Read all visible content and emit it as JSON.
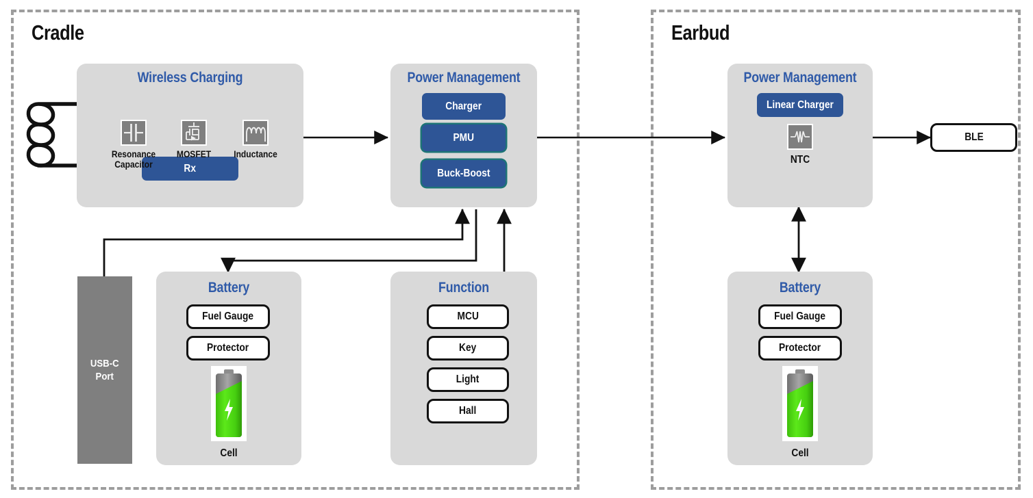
{
  "diagram": {
    "title": "Cradle and Earbud Power Architecture Block Diagram",
    "colors": {
      "accent_blue": "#2f5aa8",
      "button_blue": "#2e5596",
      "teal_edge": "#1d7476",
      "card_gray": "#d9d9d9",
      "icon_gray": "#7f7f7f",
      "dashed_gray": "#9d9d9d",
      "battery_green": "#4cdb13",
      "wire_black": "#111111"
    }
  },
  "regions": {
    "cradle": {
      "label": "Cradle"
    },
    "earbud": {
      "label": "Earbud"
    }
  },
  "cradle": {
    "wireless_charging": {
      "title": "Wireless Charging",
      "rx_button": "Rx",
      "components": [
        {
          "label": "Resonance\nCapacitor",
          "icon": "capacitor-icon"
        },
        {
          "label": "MOSFET",
          "icon": "mosfet-icon"
        },
        {
          "label": "Inductance",
          "icon": "inductor-icon"
        }
      ],
      "coil": {
        "icon": "coil-icon",
        "loops": 3
      }
    },
    "power_management": {
      "title": "Power Management",
      "buttons": [
        "Charger",
        "PMU",
        "Buck-Boost"
      ]
    },
    "usb_port": {
      "label": "USB-C\nPort"
    },
    "battery": {
      "title": "Battery",
      "buttons": [
        "Fuel Gauge",
        "Protector"
      ],
      "cell_label": "Cell",
      "cell_icon": "battery-cell-icon"
    },
    "function": {
      "title": "Function",
      "buttons": [
        "MCU",
        "Key",
        "Light",
        "Hall"
      ]
    }
  },
  "earbud": {
    "power_management": {
      "title": "Power Management",
      "buttons": [
        "Linear Charger"
      ],
      "component": {
        "label": "NTC",
        "icon": "thermistor-icon"
      }
    },
    "battery": {
      "title": "Battery",
      "buttons": [
        "Fuel Gauge",
        "Protector"
      ],
      "cell_label": "Cell",
      "cell_icon": "battery-cell-icon"
    },
    "ble": {
      "label": "BLE"
    }
  }
}
